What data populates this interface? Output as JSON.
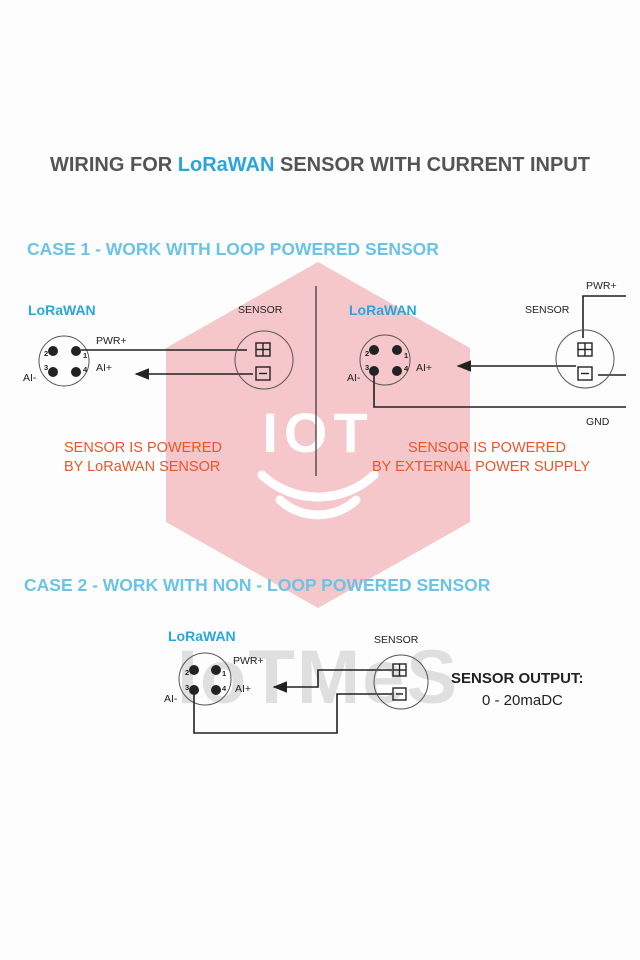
{
  "title": {
    "prefix": "WIRING FOR ",
    "accent": "LoRaWAN",
    "suffix": " SENSOR WITH CURRENT INPUT"
  },
  "watermark": {
    "logo_text": "IOT",
    "bottom_text": "IoTMeS"
  },
  "case1": {
    "heading": "CASE 1 - WORK WITH LOOP POWERED SENSOR",
    "left": {
      "device_label": "LoRaWAN",
      "sensor_label": "SENSOR",
      "pins": {
        "p1": "1",
        "p2": "2",
        "p3": "3",
        "p4": "4"
      },
      "pwr_label": "PWR+",
      "ai_plus_label": "AI+",
      "ai_minus_label": "AI-",
      "note_line1": "SENSOR IS POWERED",
      "note_line2": "BY LoRaWAN SENSOR"
    },
    "right": {
      "device_label": "LoRaWAN",
      "sensor_label": "SENSOR",
      "pins": {
        "p1": "1",
        "p2": "2",
        "p3": "3",
        "p4": "4"
      },
      "pwr_label": "PWR+",
      "ai_plus_label": "AI+",
      "ai_minus_label": "AI-",
      "gnd_label": "GND",
      "note_line1": "SENSOR IS POWERED",
      "note_line2": "BY EXTERNAL POWER SUPPLY"
    }
  },
  "case2": {
    "heading": "CASE 2 - WORK WITH NON - LOOP POWERED SENSOR",
    "device_label": "LoRaWAN",
    "sensor_label": "SENSOR",
    "pins": {
      "p1": "1",
      "p2": "2",
      "p3": "3",
      "p4": "4"
    },
    "pwr_label": "PWR+",
    "ai_plus_label": "AI+",
    "ai_minus_label": "AI-",
    "output_title": "SENSOR OUTPUT:",
    "output_range": "0 - 20maDC"
  },
  "colors": {
    "title": "#545454",
    "accent": "#2aa5dc",
    "case_heading": "#6cc3e6",
    "note": "#e8562a",
    "watermark_hexagon": "#f0a3a9"
  }
}
